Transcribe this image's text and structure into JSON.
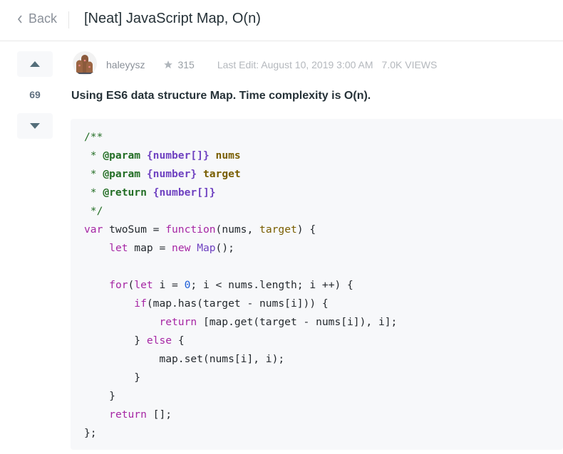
{
  "header": {
    "back_label": "Back",
    "title": "[Neat] JavaScript Map, O(n)"
  },
  "post": {
    "vote_count": "69",
    "author": "haleyysz",
    "reputation": "315",
    "last_edit": "Last Edit: August 10, 2019 3:00 AM",
    "views": "7.0K VIEWS",
    "summary": "Using ES6 data structure Map. Time complexity is O(n).",
    "code_lines": [
      [
        [
          "c",
          "/**"
        ]
      ],
      [
        [
          "c",
          " * "
        ],
        [
          "tag",
          "@param"
        ],
        [
          "c",
          " "
        ],
        [
          "ty",
          "{number[]}"
        ],
        [
          "c",
          " "
        ],
        [
          "nm",
          "nums"
        ]
      ],
      [
        [
          "c",
          " * "
        ],
        [
          "tag",
          "@param"
        ],
        [
          "c",
          " "
        ],
        [
          "ty",
          "{number}"
        ],
        [
          "c",
          " "
        ],
        [
          "nm",
          "target"
        ]
      ],
      [
        [
          "c",
          " * "
        ],
        [
          "tag",
          "@return"
        ],
        [
          "c",
          " "
        ],
        [
          "ty",
          "{number[]}"
        ]
      ],
      [
        [
          "c",
          " */"
        ]
      ],
      [
        [
          "kw",
          "var"
        ],
        [
          "id",
          " twoSum = "
        ],
        [
          "fn",
          "function"
        ],
        [
          "id",
          "(nums, "
        ],
        [
          "par",
          "target"
        ],
        [
          "id",
          ") {"
        ]
      ],
      [
        [
          "id",
          "    "
        ],
        [
          "kw",
          "let"
        ],
        [
          "id",
          " map = "
        ],
        [
          "kw",
          "new"
        ],
        [
          "id",
          " "
        ],
        [
          "cls",
          "Map"
        ],
        [
          "id",
          "();"
        ]
      ],
      [
        [
          "id",
          ""
        ]
      ],
      [
        [
          "id",
          "    "
        ],
        [
          "kw",
          "for"
        ],
        [
          "id",
          "("
        ],
        [
          "kw",
          "let"
        ],
        [
          "id",
          " i = "
        ],
        [
          "num",
          "0"
        ],
        [
          "id",
          "; i < nums.length; i ++) {"
        ]
      ],
      [
        [
          "id",
          "        "
        ],
        [
          "kw",
          "if"
        ],
        [
          "id",
          "(map.has(target - nums[i])) {"
        ]
      ],
      [
        [
          "id",
          "            "
        ],
        [
          "kw",
          "return"
        ],
        [
          "id",
          " [map.get(target - nums[i]), i];"
        ]
      ],
      [
        [
          "id",
          "        } "
        ],
        [
          "kw",
          "else"
        ],
        [
          "id",
          " {"
        ]
      ],
      [
        [
          "id",
          "            map.set(nums[i], i);"
        ]
      ],
      [
        [
          "id",
          "        }"
        ]
      ],
      [
        [
          "id",
          "    }"
        ]
      ],
      [
        [
          "id",
          "    "
        ],
        [
          "kw",
          "return"
        ],
        [
          "id",
          " [];"
        ]
      ],
      [
        [
          "id",
          "};"
        ]
      ]
    ]
  },
  "icons": {
    "back": "chevron-left-icon",
    "upvote": "triangle-up-icon",
    "downvote": "triangle-down-icon",
    "star": "star-icon"
  }
}
